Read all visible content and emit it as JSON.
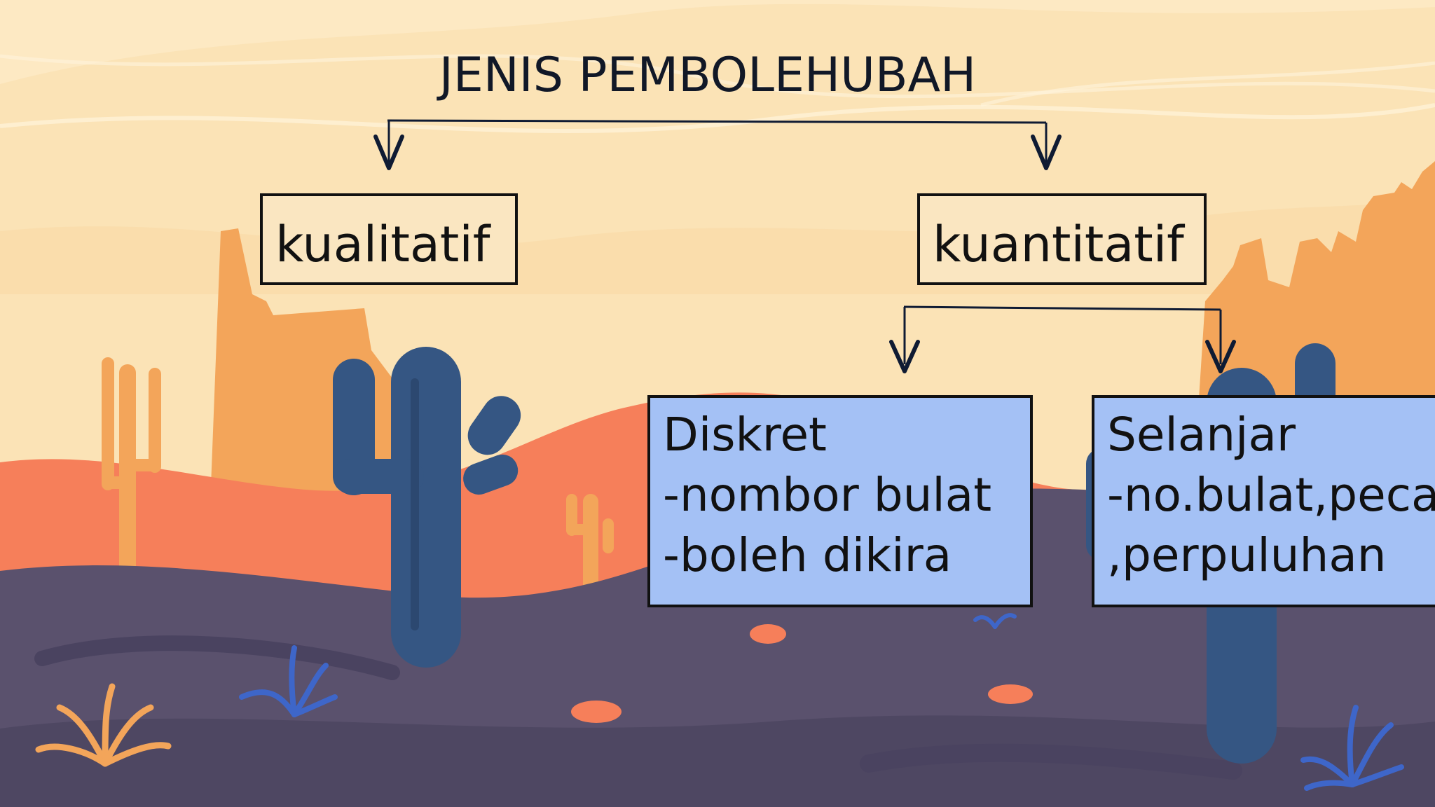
{
  "diagram": {
    "title": "JENIS PEMBOLEHUBAH",
    "nodes": {
      "kualitatif": {
        "label": "kualitatif"
      },
      "kuantitatif": {
        "label": "kuantitatif"
      },
      "diskret": {
        "lines": [
          "Diskret",
          "-nombor bulat",
          "-boleh dikira"
        ]
      },
      "selanjar": {
        "lines": [
          "Selanjar",
          "-no.bulat,pecahan",
          ",perpuluhan"
        ]
      }
    }
  },
  "colors": {
    "sky": "#fbe3b6",
    "mesa": "#f3a55a",
    "dune": "#f67f5a",
    "ground": "#5a516d",
    "cactus": "#355683",
    "subBox": "#a4c1f5",
    "topBox": "#fae6c1"
  }
}
